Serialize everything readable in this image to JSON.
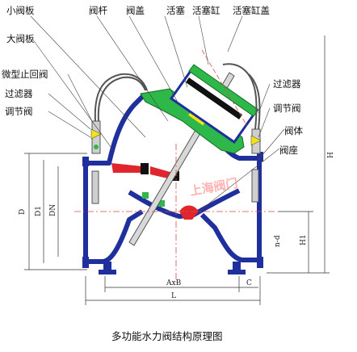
{
  "labels": {
    "small_disc": "小阀板",
    "stem": "阀杆",
    "bonnet": "阀盖",
    "piston": "活塞",
    "cylinder": "活塞缸",
    "cylinder_cover": "活塞缸盖",
    "main_disc": "大阀板",
    "micro_check": "微型止回阀",
    "filter_left": "过滤器",
    "regulator_left": "调节阀",
    "filter_right": "过滤器",
    "regulator_right": "调节阀",
    "body": "阀体",
    "seat": "阀座"
  },
  "dimensions": {
    "D": "D",
    "D1": "D1",
    "DN": "DN",
    "H": "H",
    "H1": "H1",
    "n_d": "n-d",
    "AxB": "AxB",
    "C": "C",
    "L": "L"
  },
  "watermark": "上海阀门",
  "caption": "多功能水力阀结构原理图",
  "colors": {
    "body": "#1f2f9c",
    "green": "#2fb84a",
    "red": "#e0262d",
    "yellow": "#f2e21c",
    "centerline": "#e24a4a"
  }
}
